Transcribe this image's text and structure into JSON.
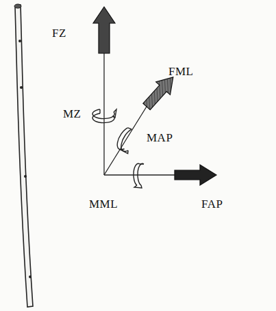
{
  "diagram": {
    "labels": [
      "FZ",
      "MZ",
      "FML",
      "MAP",
      "MML",
      "FAP"
    ]
  }
}
